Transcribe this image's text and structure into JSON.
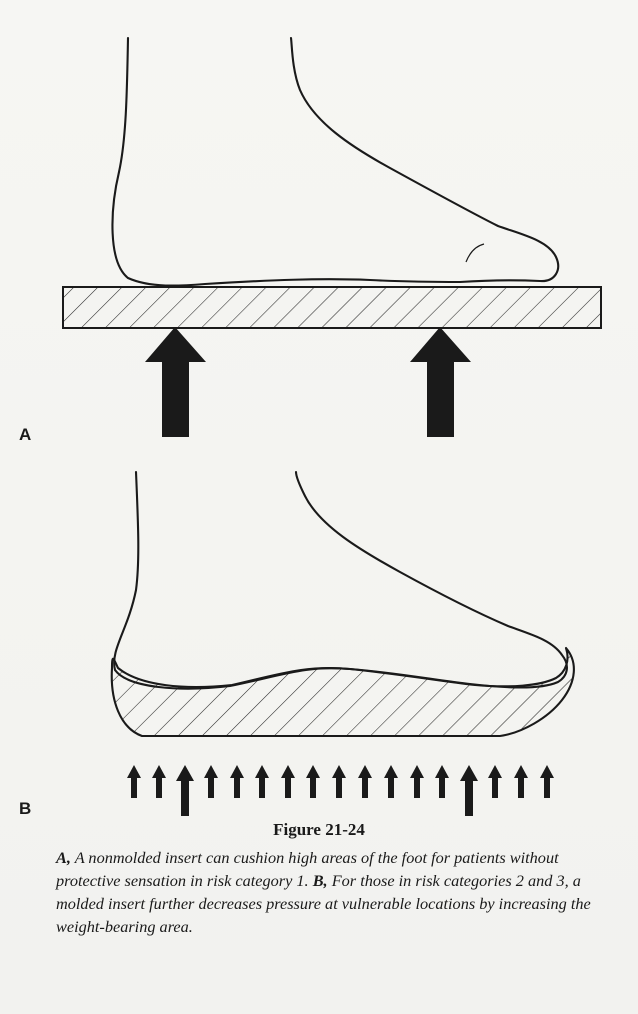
{
  "panels": [
    {
      "label": "A"
    },
    {
      "label": "B"
    }
  ],
  "figure_number": "Figure 21-24",
  "caption": {
    "a_label": "A,",
    "a_text": " A nonmolded insert can cushion high areas of the foot for patients without protective sensation in risk category 1. ",
    "b_label": "B,",
    "b_text": " For those in risk categories 2 and 3, a molded insert further decreases pressure at vulnerable locations by increasing the weight-bearing area."
  },
  "colors": {
    "ink": "#1a1a1a",
    "paper": "#f4f4f1"
  },
  "icons": [
    "pressure-arrow-icon"
  ]
}
